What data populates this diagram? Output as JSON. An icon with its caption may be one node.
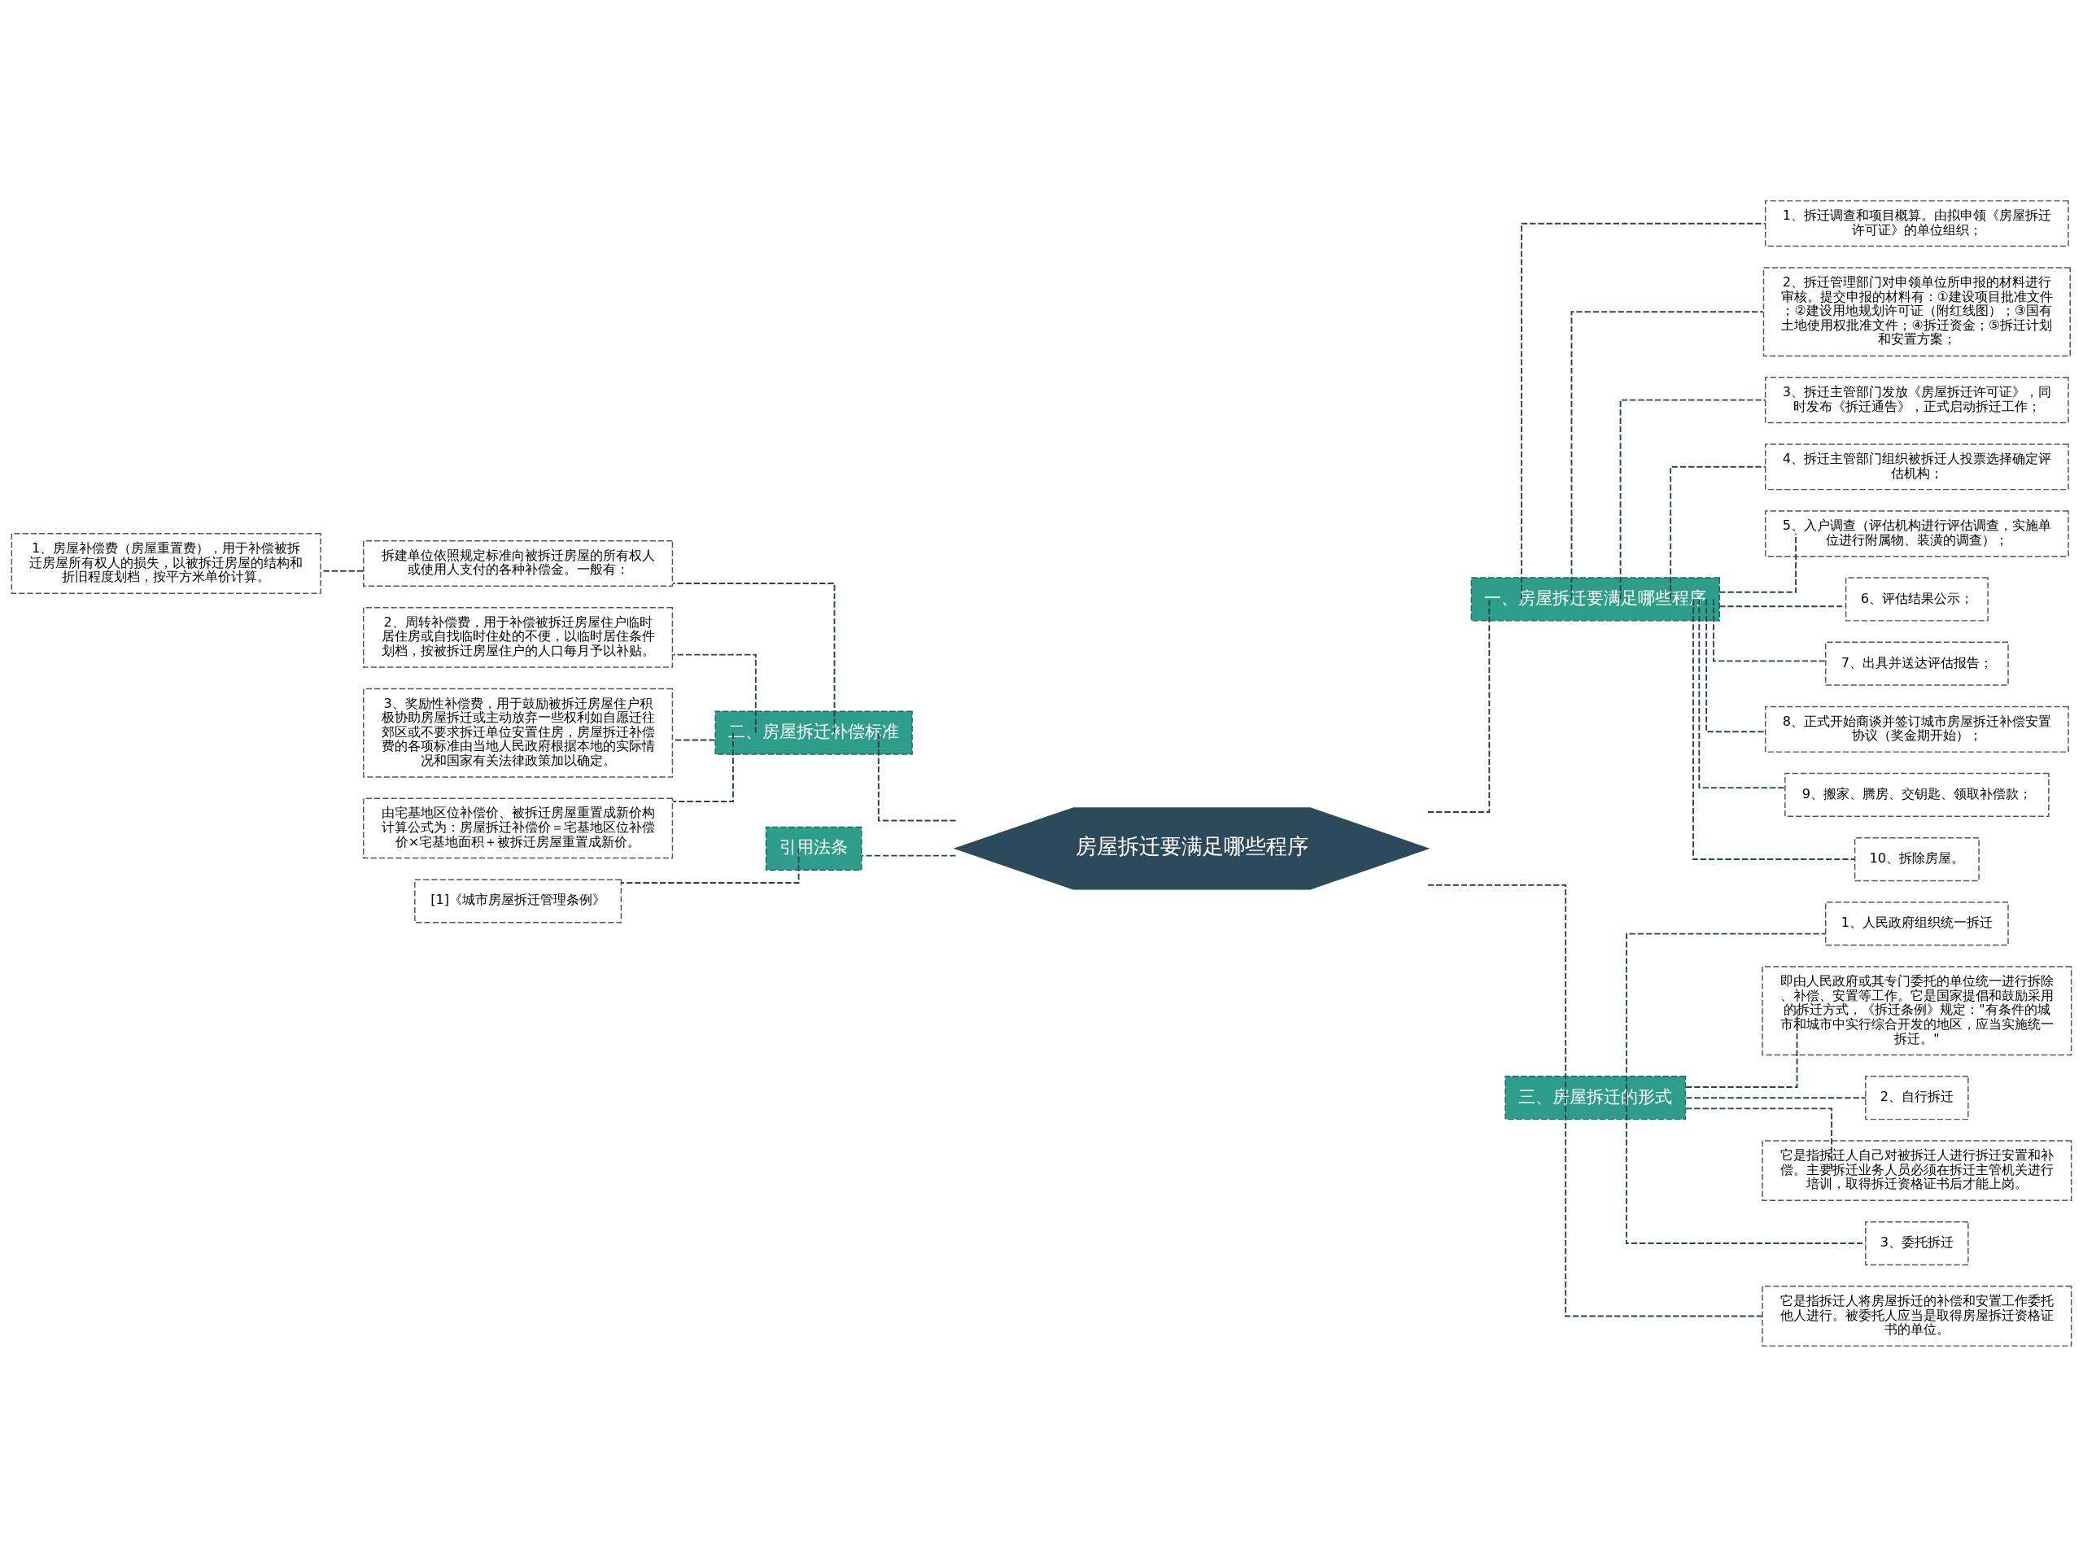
{
  "diagram": {
    "nodes": [
      {
        "text": [
          "房屋拆迁要满足哪些程序"
        ]
      },
      {
        "text": [
          "一、房屋拆迁要满足哪些程序"
        ]
      },
      {
        "text": [
          "1、拆迁调查和项目概算。由拟申领《房屋拆迁许可证》的单位组织；"
        ]
      },
      {
        "text": [
          "2、拆迁管理部门对申领单位所申报的材料进行审核。提交申报的材料有：①建设项目批准文件；②建设用地规划许可证（附红线图）；③国有土地使用权批准文件；④拆迁资金；⑤拆迁计划和安置方案；"
        ]
      },
      {
        "text": [
          "3、拆迁主管部门发放《房屋拆迁许可证》，同时发布《拆迁通告》，正式启动拆迁工作；"
        ]
      },
      {
        "text": [
          "4、拆迁主管部门组织被拆迁人投票选择确定评估机构；"
        ]
      },
      {
        "text": [
          "5、入户调查（评估机构进行评估调查，实施单位进行附属物、装潢的调查）；"
        ]
      },
      {
        "text": [
          "6、评估结果公示；"
        ]
      },
      {
        "text": [
          "7、出具并送达评估报告；"
        ]
      },
      {
        "text": [
          "8、正式开始商谈并签订城市房屋拆迁补偿安置协议（奖金期开始）；"
        ]
      },
      {
        "text": [
          "9、搬家、腾房、交钥匙、领取补偿款；"
        ]
      },
      {
        "text": [
          "10、拆除房屋。"
        ]
      },
      {
        "text": [
          "三、房屋拆迁的形式"
        ]
      },
      {
        "text": [
          "1、人民政府组织统一拆迁"
        ]
      },
      {
        "text": [
          "即由人民政府或其专门委托的单位统一进行拆除、补偿、安置等工作。它是国家提倡和鼓励采用的拆迁方式，《拆迁条例》规定：\"有条件的城市和城市中实行综合开发的地区，应当实施统一拆迁。\""
        ]
      },
      {
        "text": [
          "2、自行拆迁"
        ]
      },
      {
        "text": [
          "它是指拆迁人自己对被拆迁人进行拆迁安置和补偿。主要拆迁业务人员必须在拆迁主管机关进行培训，取得拆迁资格证书后才能上岗。"
        ]
      },
      {
        "text": [
          "3、委托拆迁"
        ]
      },
      {
        "text": [
          "它是指拆迁人将房屋拆迁的补偿和安置工作委托他人进行。被委托人应当是取得房屋拆迁资格证书的单位。"
        ]
      },
      {
        "text": [
          "二、房屋拆迁补偿标准"
        ]
      },
      {
        "text": [
          "拆建单位依照规定标准向被拆迁房屋的所有权人或使用人支付的各种补偿金。一般有："
        ]
      },
      {
        "text": [
          "1、房屋补偿费（房屋重置费），用于补偿被拆迁房屋所有权人的损失，以被拆迁房屋的结构和折旧程度划档，按平方米单价计算。"
        ]
      },
      {
        "text": [
          "2、周转补偿费，用于补偿被拆迁房屋住户临时居住房或自找临时住处的不便，以临时居住条件划档，按被拆迁房屋住户的人口每月予以补贴。"
        ]
      },
      {
        "text": [
          "3、奖励性补偿费，用于鼓励被拆迁房屋住户积极协助房屋拆迁或主动放弃一些权利如自愿迁往郊区或不要求拆迁单位安置住房，房屋拆迁补偿费的各项标准由当地人民政府根据本地的实际情况和国家有关法律政策加以确定。"
        ]
      },
      {
        "text": [
          "由宅基地区位补偿价、被拆迁房屋重置成新价构计算公式为：房屋拆迁补偿价＝宅基地区位补偿价×宅基地面积＋被拆迁房屋重置成新价。"
        ]
      },
      {
        "text": [
          "引用法条"
        ]
      },
      {
        "text": [
          "[1]《城市房屋拆迁管理条例》"
        ]
      }
    ],
    "edges": [
      {
        "from": 0,
        "to": 1,
        "arrow": "none",
        "style": "dashed"
      },
      {
        "from": 1,
        "to": 2,
        "arrow": "none",
        "style": "dashed"
      },
      {
        "from": 1,
        "to": 3,
        "arrow": "none",
        "style": "dashed"
      },
      {
        "from": 1,
        "to": 4,
        "arrow": "none",
        "style": "dashed"
      },
      {
        "from": 1,
        "to": 5,
        "arrow": "none",
        "style": "dashed"
      },
      {
        "from": 1,
        "to": 6,
        "arrow": "none",
        "style": "dashed"
      },
      {
        "from": 1,
        "to": 7,
        "arrow": "none",
        "style": "dashed"
      },
      {
        "from": 1,
        "to": 8,
        "arrow": "none",
        "style": "dashed"
      },
      {
        "from": 1,
        "to": 9,
        "arrow": "none",
        "style": "dashed"
      },
      {
        "from": 1,
        "to": 10,
        "arrow": "none",
        "style": "dashed"
      },
      {
        "from": 1,
        "to": 11,
        "arrow": "none",
        "style": "dashed"
      },
      {
        "from": 0,
        "to": 12,
        "arrow": "none",
        "style": "dashed"
      },
      {
        "from": 12,
        "to": 13,
        "arrow": "none",
        "style": "dashed"
      },
      {
        "from": 12,
        "to": 14,
        "arrow": "none",
        "style": "dashed"
      },
      {
        "from": 12,
        "to": 15,
        "arrow": "none",
        "style": "dashed"
      },
      {
        "from": 12,
        "to": 16,
        "arrow": "none",
        "style": "dashed"
      },
      {
        "from": 12,
        "to": 17,
        "arrow": "none",
        "style": "dashed"
      },
      {
        "from": 12,
        "to": 18,
        "arrow": "none",
        "style": "dashed"
      },
      {
        "from": 0,
        "to": 19,
        "arrow": "none",
        "style": "dashed"
      },
      {
        "from": 19,
        "to": 20,
        "arrow": "none",
        "style": "dashed"
      },
      {
        "from": 20,
        "to": 21,
        "arrow": "none",
        "style": "dashed"
      },
      {
        "from": 19,
        "to": 22,
        "arrow": "none",
        "style": "dashed"
      },
      {
        "from": 19,
        "to": 23,
        "arrow": "none",
        "style": "dashed"
      },
      {
        "from": 19,
        "to": 24,
        "arrow": "none",
        "style": "dashed"
      },
      {
        "from": 0,
        "to": 25,
        "arrow": "none",
        "style": "dashed"
      },
      {
        "from": 25,
        "to": 26,
        "arrow": "none",
        "style": "dashed"
      }
    ]
  }
}
